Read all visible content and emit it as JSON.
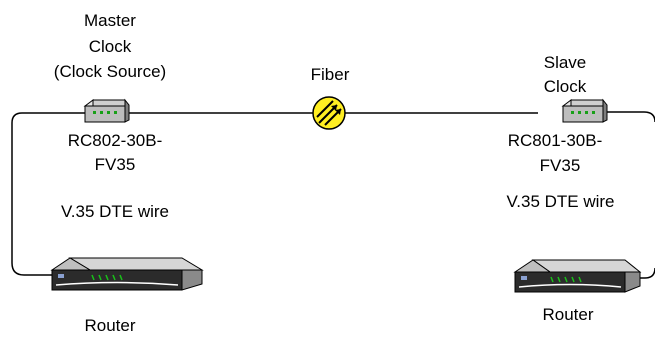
{
  "master": {
    "title_line1": "Master",
    "title_line2": "Clock",
    "title_line3": "(Clock Source)",
    "model_line1": "RC802-30B-",
    "model_line2": "FV35",
    "wire": "V.35 DTE wire",
    "router": "Router"
  },
  "link": {
    "label": "Fiber"
  },
  "slave": {
    "title_line1": "Slave",
    "title_line2": "Clock",
    "model_line1": "RC801-30B-",
    "model_line2": "FV35",
    "wire": "V.35 DTE  wire",
    "router": "Router"
  },
  "colors": {
    "line": "#000000",
    "device_body": "#d9d9d9",
    "device_face": "#9b9b9b",
    "led_green": "#18a018",
    "fiber_fill": "#ffee22"
  }
}
